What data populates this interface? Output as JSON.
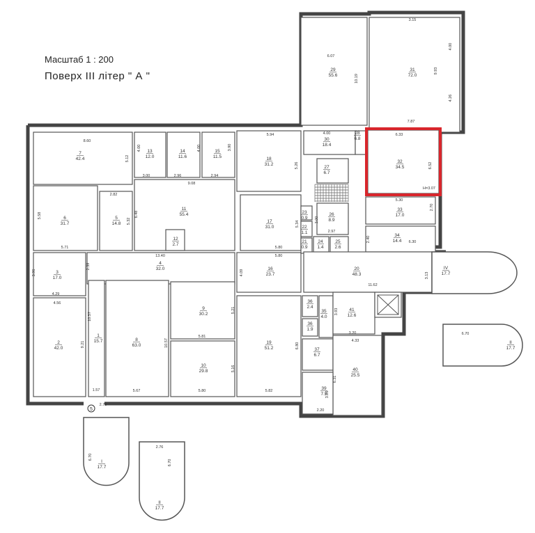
{
  "header": {
    "scale": "Масштаб  1 : 200",
    "floor": "Поверх  III літер \" А \""
  },
  "highlight_color": "#d9262c",
  "rooms": [
    {
      "num": "7",
      "area": "42.4"
    },
    {
      "num": "13",
      "area": "12.0"
    },
    {
      "num": "14",
      "area": "11.6"
    },
    {
      "num": "15",
      "area": "11.5"
    },
    {
      "num": "18",
      "area": "31.2"
    },
    {
      "num": "6",
      "area": "31.7"
    },
    {
      "num": "5",
      "area": "14.8"
    },
    {
      "num": "11",
      "area": "55.4"
    },
    {
      "num": "12",
      "area": "2.7"
    },
    {
      "num": "17",
      "area": "31.0"
    },
    {
      "num": "3",
      "area": "17.0"
    },
    {
      "num": "4",
      "area": "32.0"
    },
    {
      "num": "16",
      "area": "23.7"
    },
    {
      "num": "2",
      "area": "42.0"
    },
    {
      "num": "1",
      "area": "15.7"
    },
    {
      "num": "8",
      "area": "63.0"
    },
    {
      "num": "9",
      "area": "30.2"
    },
    {
      "num": "10",
      "area": "29.8"
    },
    {
      "num": "19",
      "area": "51.2"
    },
    {
      "num": "29",
      "area": "55.6"
    },
    {
      "num": "31",
      "area": "72.0"
    },
    {
      "num": "30",
      "area": "18.4"
    },
    {
      "num": "28",
      "area": "6.8"
    },
    {
      "num": "32",
      "area": "34.5"
    },
    {
      "num": "27",
      "area": "6.7"
    },
    {
      "num": "26",
      "area": "8.9"
    },
    {
      "num": "23",
      "area": "0.9"
    },
    {
      "num": "22",
      "area": "1.1"
    },
    {
      "num": "21",
      "area": "0.9"
    },
    {
      "num": "24",
      "area": "1.4"
    },
    {
      "num": "25",
      "area": "2.6"
    },
    {
      "num": "33",
      "area": "17.0"
    },
    {
      "num": "34",
      "area": "14.4"
    },
    {
      "num": "20",
      "area": "48.3"
    },
    {
      "num": "IV",
      "area": "17.7"
    },
    {
      "num": "36",
      "area": "2.4"
    },
    {
      "num": "35",
      "area": "4.0"
    },
    {
      "num": "36",
      "area": "1.9"
    },
    {
      "num": "41",
      "area": "12.6"
    },
    {
      "num": "37",
      "area": "6.7"
    },
    {
      "num": "40",
      "area": "25.5"
    },
    {
      "num": "39",
      "area": "7.5"
    },
    {
      "num": "II",
      "area": "17.7"
    },
    {
      "num": "I",
      "area": "17.7"
    },
    {
      "num": "II",
      "area": "17.7"
    }
  ],
  "dims": [
    "8.60",
    "5.12",
    "4.00",
    "3.00",
    "2.96",
    "4.00",
    "2.94",
    "3.90",
    "9.08",
    "5.94",
    "5.26",
    "2.82",
    "5.58",
    "6.48",
    "5.32",
    "5.71",
    "13.40",
    "5.80",
    "5.34",
    "5.80",
    "3.96",
    "2.39",
    "4.29",
    "4.56",
    "4.09",
    "10.57",
    "9.21",
    "10.57",
    "5.21",
    "5.81",
    "5.16",
    "6.80",
    "1.57",
    "2.76",
    "5.67",
    "5.80",
    "5.82",
    "6.07",
    "10.19",
    "3.15",
    "4.00",
    "9.93",
    "4.26",
    "7.87",
    "4.00",
    "6.33",
    "6.52",
    "H=3.07",
    "5.30",
    "2.70",
    "3.00",
    "2.97",
    "2.40",
    "6.30",
    "3.13",
    "11.62",
    "3.93",
    "3.20",
    "4.33",
    "6.31",
    "3.26",
    "2.20",
    "6.70",
    "6.70",
    "2.76",
    "6.70"
  ],
  "entrance_marker": "5"
}
